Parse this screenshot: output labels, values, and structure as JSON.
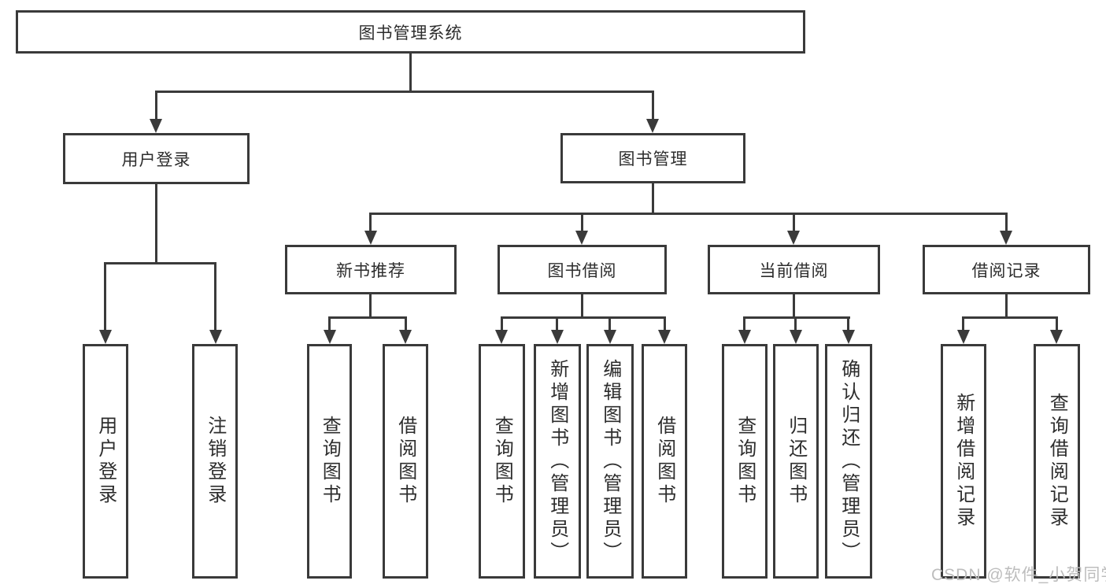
{
  "diagram": {
    "root": {
      "label": "图书管理系统"
    },
    "branches": [
      {
        "label": "用户登录",
        "leaves": [
          {
            "label": "用户登录"
          },
          {
            "label": "注销登录"
          }
        ]
      },
      {
        "label": "图书管理",
        "sections": [
          {
            "label": "新书推荐",
            "leaves": [
              {
                "label": "查询图书"
              },
              {
                "label": "借阅图书"
              }
            ]
          },
          {
            "label": "图书借阅",
            "leaves": [
              {
                "label": "查询图书"
              },
              {
                "label": "新增图书（管理员）"
              },
              {
                "label": "编辑图书（管理员）"
              },
              {
                "label": "借阅图书"
              }
            ]
          },
          {
            "label": "当前借阅",
            "leaves": [
              {
                "label": "查询图书"
              },
              {
                "label": "归还图书"
              },
              {
                "label": "确认归还（管理员）"
              }
            ]
          },
          {
            "label": "借阅记录",
            "leaves": [
              {
                "label": "新增借阅记录"
              },
              {
                "label": "查询借阅记录"
              }
            ]
          }
        ]
      }
    ]
  },
  "watermark": {
    "text": "CSDN @软件_小贺同学"
  },
  "colors": {
    "line": "#3a3a3a",
    "text": "#2d2d2d",
    "background": "#ffffff",
    "watermark": "#bdbdbd"
  }
}
